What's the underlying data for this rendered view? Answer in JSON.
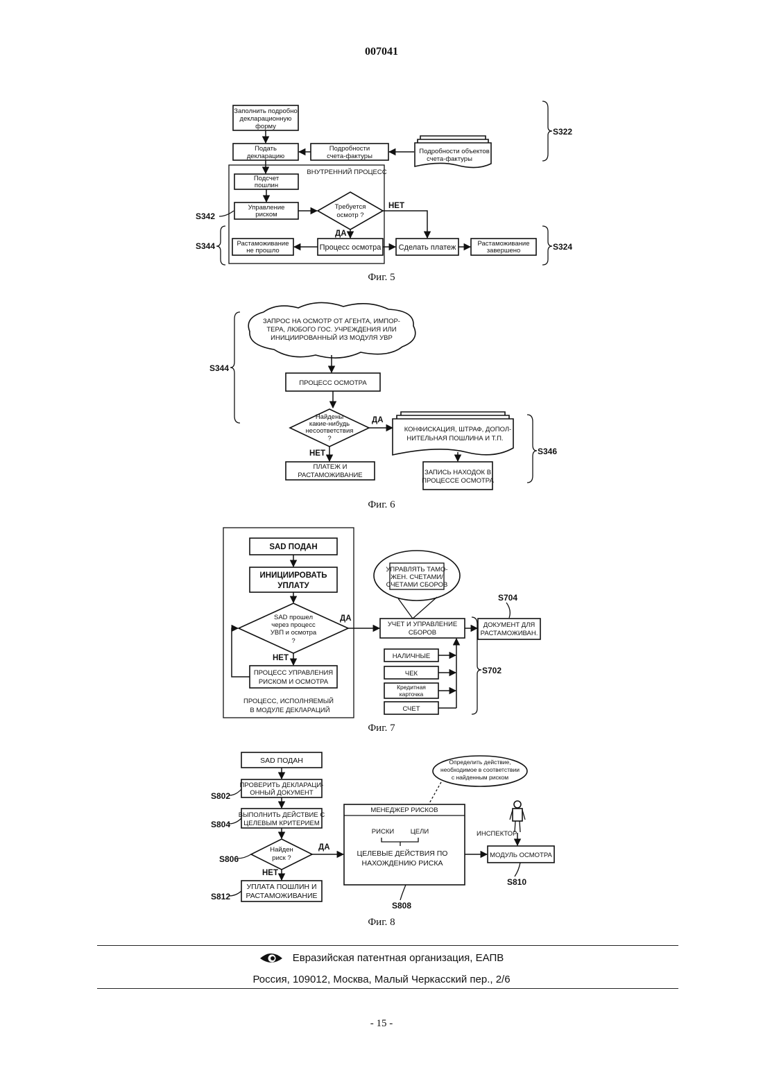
{
  "header": {
    "doc_number": "007041"
  },
  "fig5": {
    "caption": "Фиг. 5",
    "fill_form": [
      "Заполнить подробно",
      "декларационную",
      "форму"
    ],
    "submit": [
      "Подать",
      "декларацию"
    ],
    "invoice_details": [
      "Подробности",
      "счета-фактуры"
    ],
    "invoice_objects": [
      "Подробности объектов",
      "счета-фактуры"
    ],
    "internal": "ВНУТРЕННИЙ ПРОЦЕСС",
    "duty_calc": [
      "Подсчет",
      "пошлин"
    ],
    "risk_mgmt": [
      "Управление",
      "риском"
    ],
    "need_inspect": [
      "Требуется",
      "осмотр ?"
    ],
    "no": "НЕТ",
    "yes": "ДА",
    "clear_failed": [
      "Растаможивание",
      "не прошло"
    ],
    "inspect": "Процесс осмотра",
    "pay": "Сделать платеж",
    "clear_done": [
      "Растаможивание",
      "завершено"
    ],
    "refs": {
      "s322": "S322",
      "s342": "S342",
      "s344": "S344",
      "s324": "S324"
    }
  },
  "fig6": {
    "caption": "Фиг. 6",
    "cloud": [
      "ЗАПРОС НА ОСМОТР ОТ АГЕНТА, ИМПОР-",
      "ТЕРА, ЛЮБОГО ГОС. УЧРЕЖДЕНИЯ ИЛИ",
      "ИНИЦИИРОВАННЫЙ ИЗ МОДУЛЯ УВР"
    ],
    "inspect": "ПРОЦЕСС ОСМОТРА",
    "found": [
      "Найдены",
      "какие-нибудь",
      "несоответствия",
      "?"
    ],
    "yes": "ДА",
    "no": "НЕТ",
    "penalties": [
      "КОНФИСКАЦИЯ, ШТРАФ, ДОПОЛ-",
      "НИТЕЛЬНАЯ ПОШЛИНА И Т.П."
    ],
    "payment": [
      "ПЛАТЕЖ И",
      "РАСТАМОЖИВАНИЕ"
    ],
    "record": [
      "ЗАПИСЬ НАХОДОК В",
      "ПРОЦЕССЕ ОСМОТРА"
    ],
    "refs": {
      "s344": "S344",
      "s346": "S346"
    }
  },
  "fig7": {
    "caption": "Фиг. 7",
    "sad": "SAD ПОДАН",
    "init": [
      "ИНИЦИИРОВАТЬ",
      "УПЛАТУ"
    ],
    "passed": [
      "SAD прошел",
      "через процесс",
      "УВП и осмотра",
      "?"
    ],
    "yes": "ДА",
    "no": "НЕТ",
    "risk_proc": [
      "ПРОЦЕСС УПРАВЛЕНИЯ",
      "РИСКОМ И ОСМОТРА"
    ],
    "module_note": [
      "ПРОЦЕСС, ИСПОЛНЯЕМЫЙ",
      "В МОДУЛЕ ДЕКЛАРАЦИЙ"
    ],
    "oval": [
      "УПРАВЛЯТЬ ТАМО-",
      "ЖЕН. СЧЕТАМИ/",
      "СЧЕТАМИ СБОРОВ"
    ],
    "accounting": [
      "УЧЕТ И УПРАВЛЕНИЕ",
      "СБОРОВ"
    ],
    "doc": [
      "ДОКУМЕНТ ДЛЯ",
      "РАСТАМОЖИВАН."
    ],
    "cash": "НАЛИЧНЫЕ",
    "check": "ЧЕК",
    "card": [
      "Кредитная",
      "карточка"
    ],
    "bill": "СЧЕТ",
    "refs": {
      "s704": "S704",
      "s702": "S702"
    }
  },
  "fig8": {
    "caption": "Фиг. 8",
    "sad": "SAD ПОДАН",
    "verify": [
      "ПРОВЕРИТЬ ДЕКЛАРАЦИ-",
      "ОННЫЙ ДОКУМЕНТ"
    ],
    "action": [
      "ВЫПОЛНИТЬ ДЕЙСТВИЕ С",
      "ЦЕЛЕВЫМ КРИТЕРИЕМ"
    ],
    "risk_found": [
      "Найден",
      "риск ?"
    ],
    "yes": "ДА",
    "no": "НЕТ",
    "pay": [
      "УПЛАТА ПОШЛИН И",
      "РАСТАМОЖИВАНИЕ"
    ],
    "manager": "МЕНЕДЖЕР РИСКОВ",
    "risks": "РИСКИ",
    "goals": "ЦЕЛИ",
    "target": [
      "ЦЕЛЕВЫЕ ДЕЙСТВИЯ ПО",
      "НАХОЖДЕНИЮ РИСКА"
    ],
    "bubble": [
      "Определить действие,",
      "необходимое в соответствии",
      "с найденным риском"
    ],
    "inspector": "ИНСПЕКТОР",
    "module": "МОДУЛЬ ОСМОТРА",
    "refs": {
      "s802": "S802",
      "s804": "S804",
      "s806": "S806",
      "s812": "S812",
      "s808": "S808",
      "s810": "S810"
    }
  },
  "footer": {
    "org": "Евразийская патентная организация, ЕАПВ",
    "address": "Россия, 109012, Москва, Малый Черкасский пер., 2/6",
    "page": "- 15 -"
  }
}
